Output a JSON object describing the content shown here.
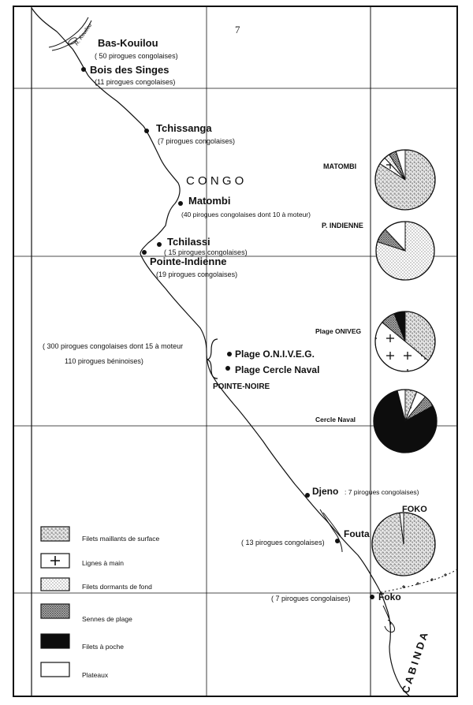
{
  "page_number": "7",
  "country": "C O N G O",
  "river_label": "R. Kouilou",
  "colors": {
    "ink": "#111111",
    "paper": "#ffffff"
  },
  "locations": {
    "bas_kouilou": {
      "name": "Bas-Kouilou",
      "note": "( 50 pirogues congolaises)"
    },
    "bois_des_singes": {
      "name": "Bois des Singes",
      "note": "(11 pirogues congolaises)"
    },
    "tchissanga": {
      "name": "Tchissanga",
      "note": "(7 pirogues congolaises)"
    },
    "matombi": {
      "name": "Matombi",
      "note": "(40 pirogues congolaises dont 10 à moteur)"
    },
    "tchilassi": {
      "name": "Tchilassi",
      "note": "( 15 pirogues congolaises)"
    },
    "pointe_indienne": {
      "name": "Pointe-Indienne",
      "note": "(19 pirogues congolaises)"
    },
    "plage_oniveg": {
      "name": "Plage O.N.I.V.E.G."
    },
    "plage_cercle_naval": {
      "name": "Plage Cercle Naval"
    },
    "pointe_noire_note_1": "( 300 pirogues congolaises dont 15 à moteur",
    "pointe_noire_note_2": "110 pirogues béninoises)",
    "pointe_noire": {
      "name": "POINTE-NOIRE"
    },
    "djeno": {
      "name": "Djeno",
      "note": ": 7 pirogues congolaises)"
    },
    "fouta": {
      "name": "Fouta",
      "note": "( 13 pirogues congolaises)"
    },
    "foko": {
      "name": "Foko",
      "note": "( 7 pirogues congolaises)"
    },
    "cabinda": "C A B I N D A"
  },
  "pie_labels": {
    "matombi": "MATOMBI",
    "p_indienne": "P. INDIENNE",
    "plage_oniveg": "Plage ONIVEG",
    "cercle_naval": "Cercle Naval",
    "foko": "FOKO"
  },
  "legend": {
    "items": [
      {
        "key": "surface",
        "label": "Filets maillants de surface"
      },
      {
        "key": "lignes",
        "label": "Lignes à main"
      },
      {
        "key": "dormants",
        "label": "Filets dormants de fond"
      },
      {
        "key": "sennes",
        "label": "Sennes de plage"
      },
      {
        "key": "poche",
        "label": "Filets à poche"
      },
      {
        "key": "plateaux",
        "label": "Plateaux"
      }
    ]
  },
  "chart_data": {
    "type": "pie",
    "categories": [
      "surface",
      "lignes",
      "dormants",
      "sennes",
      "poche",
      "plateaux"
    ],
    "pies": [
      {
        "site": "MATOMBI",
        "shares": {
          "surface": 0.84,
          "lignes": 0.04,
          "dormants": 0.03,
          "sennes": 0.04,
          "poche": 0.0,
          "plateaux": 0.05
        }
      },
      {
        "site": "P. INDIENNE",
        "shares": {
          "surface": 0.0,
          "lignes": 0.0,
          "dormants": 0.8,
          "sennes": 0.08,
          "poche": 0.0,
          "plateaux": 0.12
        }
      },
      {
        "site": "Plage ONIVEG",
        "shares": {
          "surface": 0.36,
          "lignes": 0.5,
          "dormants": 0.0,
          "sennes": 0.08,
          "poche": 0.06,
          "plateaux": 0.0
        }
      },
      {
        "site": "Cercle Naval",
        "shares": {
          "surface": 0.06,
          "lignes": 0.05,
          "dormants": 0.0,
          "sennes": 0.06,
          "poche": 0.79,
          "plateaux": 0.04
        }
      },
      {
        "site": "FOKO",
        "shares": {
          "surface": 0.98,
          "lignes": 0.0,
          "dormants": 0.0,
          "sennes": 0.0,
          "poche": 0.0,
          "plateaux": 0.02
        }
      }
    ]
  }
}
